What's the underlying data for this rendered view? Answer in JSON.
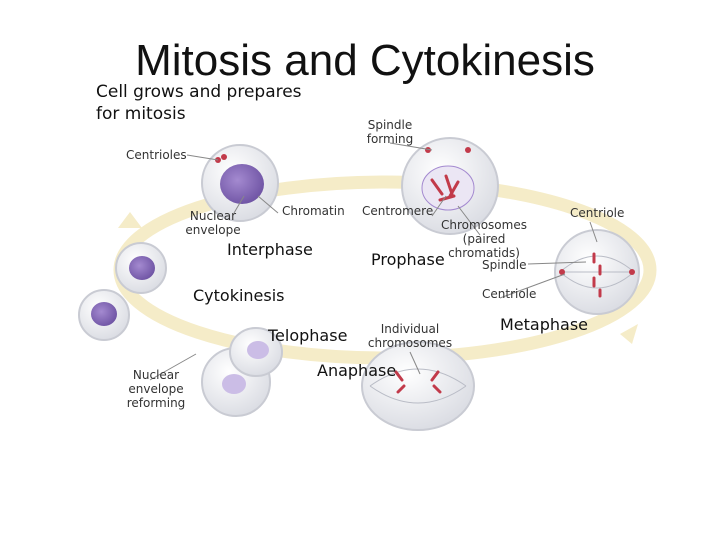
{
  "title": "Mitosis and Cytokinesis",
  "intro": {
    "line1": "Cell grows and prepares",
    "line2": "for mitosis"
  },
  "phases": {
    "interphase": "Interphase",
    "prophase": "Prophase",
    "metaphase": "Metaphase",
    "anaphase": "Anaphase",
    "telophase": "Telophase",
    "cytokinesis": "Cytokinesis"
  },
  "labels": {
    "spindle_forming": [
      "Spindle",
      "forming"
    ],
    "centrioles": "Centrioles",
    "nuclear_envelope": [
      "Nuclear",
      "envelope"
    ],
    "chromatin": "Chromatin",
    "centromere": "Centromere",
    "centriole_top": "Centriole",
    "chromosomes": [
      "Chromosomes",
      "(paired",
      "chromatids)"
    ],
    "spindle": "Spindle",
    "centriole_mid": "Centriole",
    "individual_chromosomes": [
      "Individual",
      "chromosomes"
    ],
    "nuclear_envelope_reforming": [
      "Nuclear",
      "envelope",
      "reforming"
    ]
  },
  "colors": {
    "cycle_ring": "#f5ecc8",
    "cell_membrane": "#c9cbd3",
    "nucleus": "#7a5fb0",
    "chromosome": "#c23a4a",
    "spindle": "#b9bcc6"
  }
}
